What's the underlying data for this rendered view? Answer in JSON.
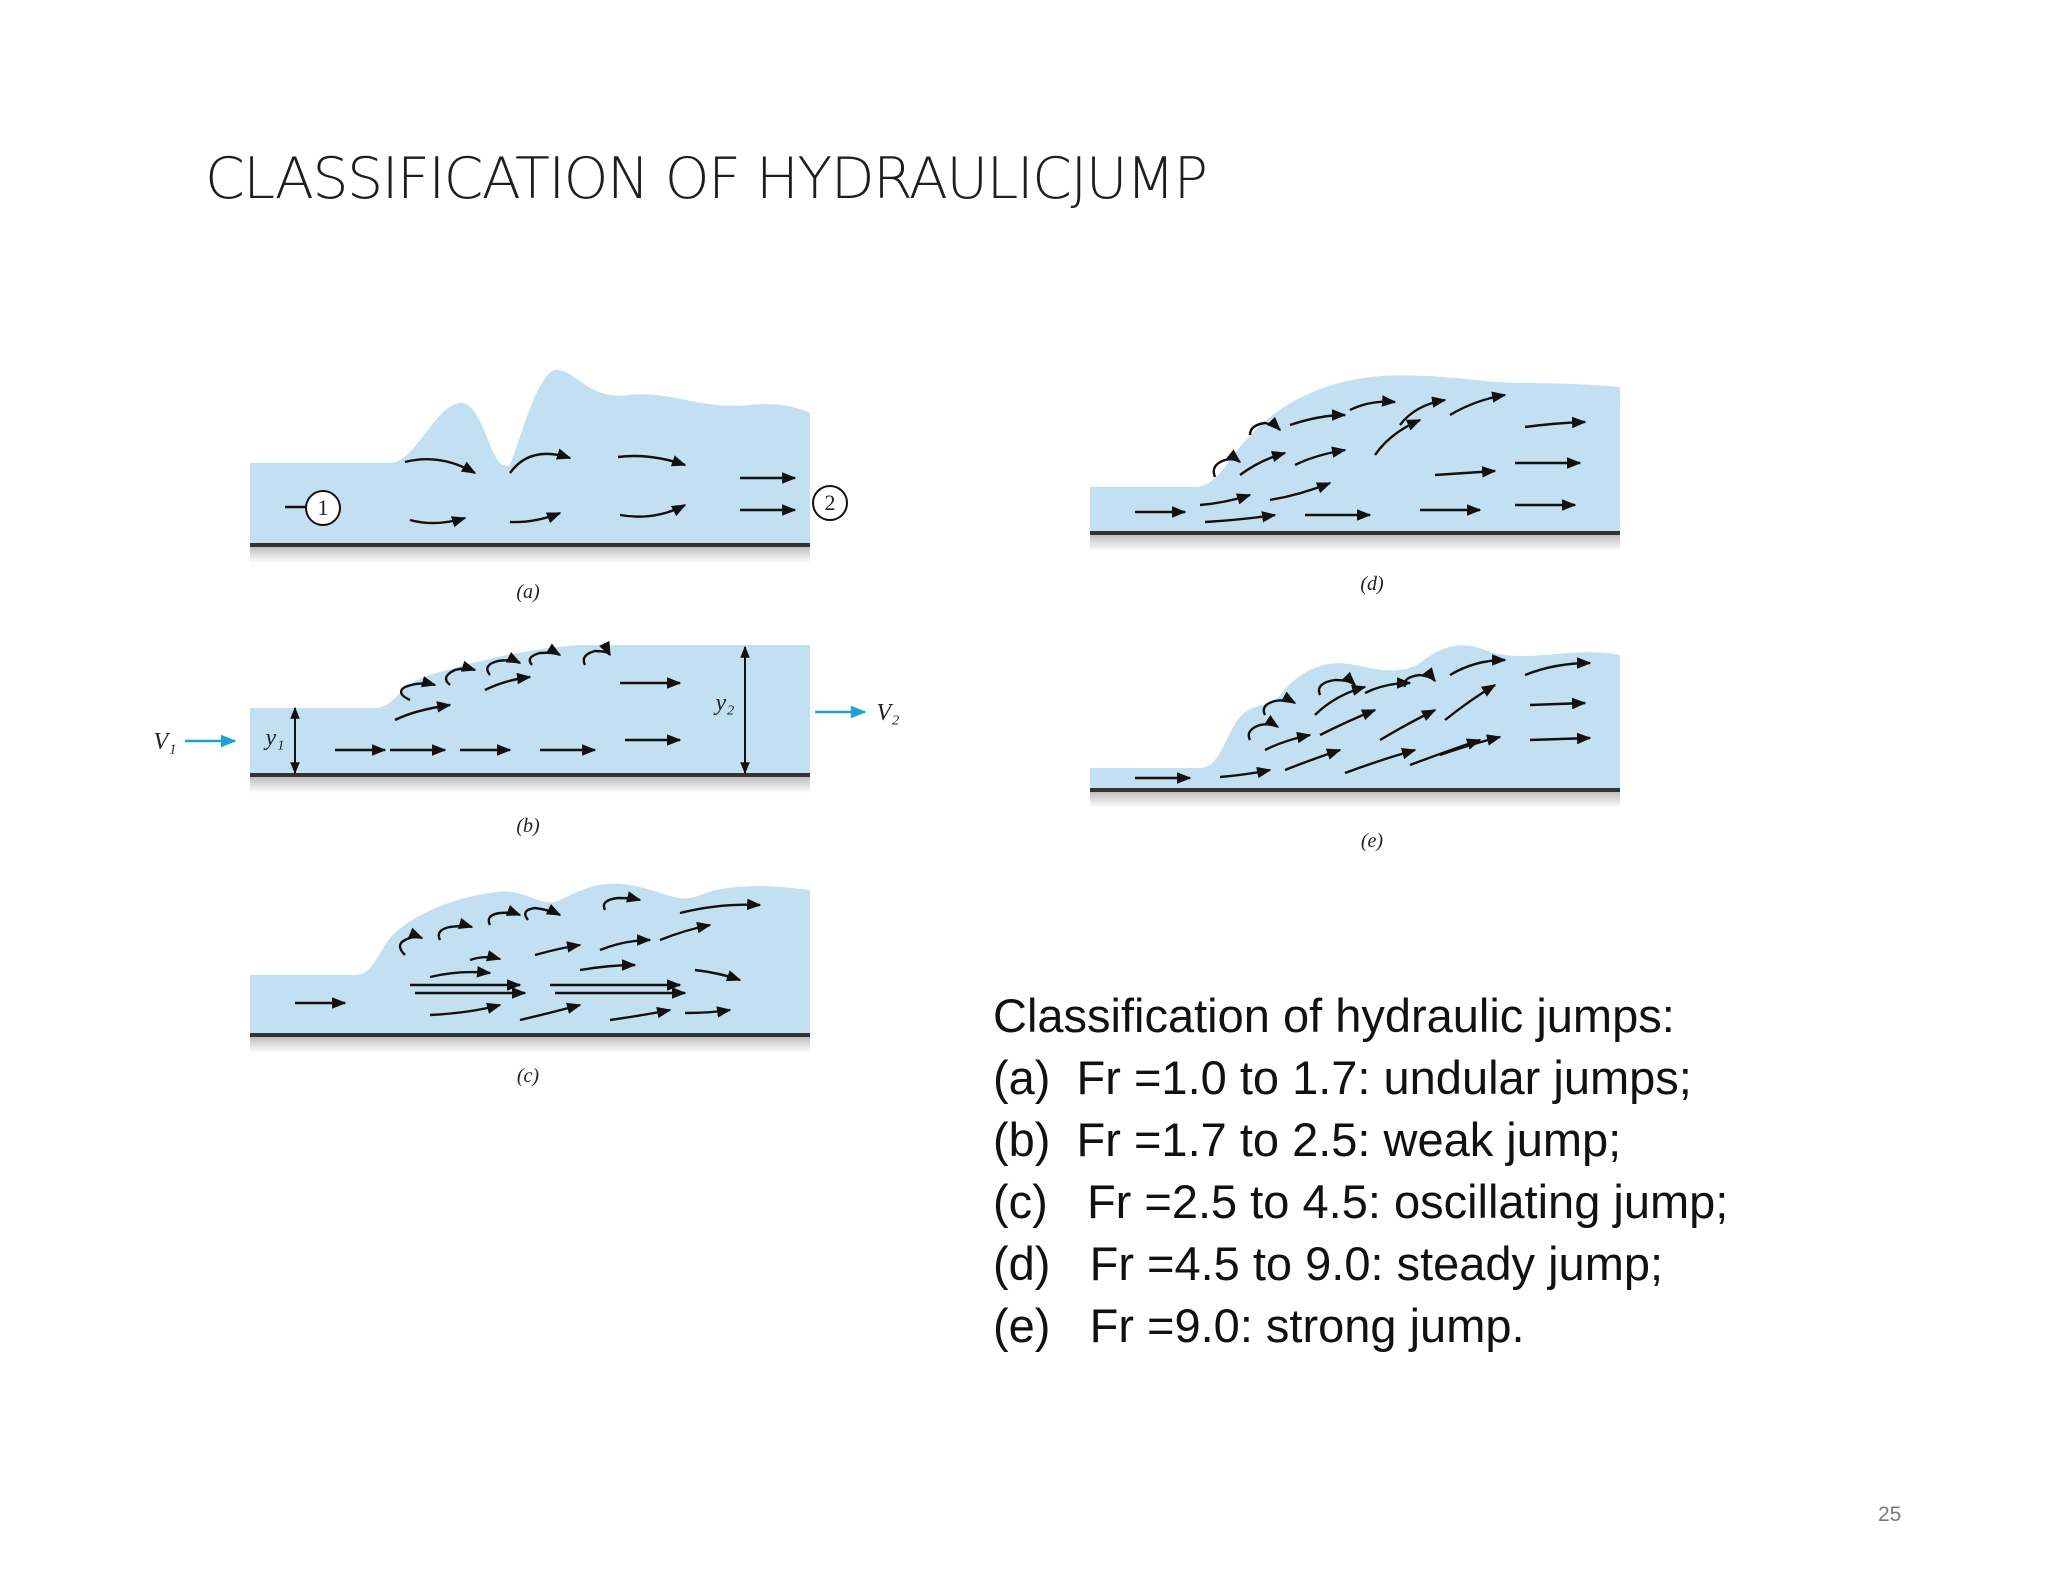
{
  "slide": {
    "title": "CLASSIFICATION OF HYDRAULICJUMP",
    "page_number": "25"
  },
  "figure": {
    "water_color": "#c3dff2",
    "bed_color": "#333333",
    "arrow_color": "#111111",
    "velocity_arrow_color": "#1fa0d8",
    "panels": [
      {
        "id": "a",
        "label": "(a)"
      },
      {
        "id": "b",
        "label": "(b)"
      },
      {
        "id": "c",
        "label": "(c)"
      },
      {
        "id": "d",
        "label": "(d)"
      },
      {
        "id": "e",
        "label": "(e)"
      }
    ],
    "section_markers": [
      "1",
      "2"
    ],
    "variables": {
      "v1": "V₁",
      "v2": "V₂",
      "y1": "y₁",
      "y2": "y₂"
    }
  },
  "caption": {
    "heading": "Classification of hydraulic jumps:",
    "lines": [
      "(a)  Fr =1.0 to 1.7: undular jumps;",
      "(b)  Fr =1.7 to 2.5: weak jump;",
      "(c)   Fr =2.5 to 4.5: oscillating jump;",
      "(d)   Fr =4.5 to 9.0: steady jump;",
      "(e)   Fr =9.0: strong jump."
    ]
  }
}
